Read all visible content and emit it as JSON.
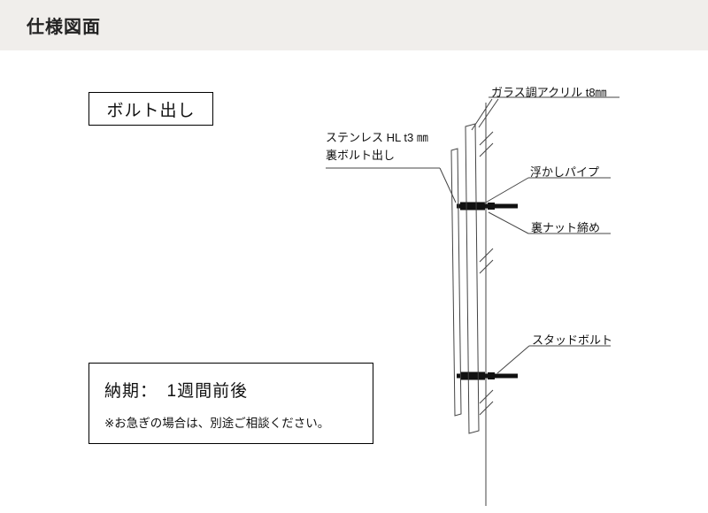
{
  "header": {
    "title": "仕様図面"
  },
  "drawing": {
    "method_label": "ボルト出し",
    "annotations": {
      "acrylic": "ガラス調アクリル t8㎜",
      "stainless_material": "ステンレス HL t3 ㎜",
      "stainless_method": "裏ボルト出し",
      "spacer_pipe": "浮かしパイプ",
      "back_nut": "裏ナット締め",
      "stud_bolt": "スタッドボルト"
    }
  },
  "delivery_box": {
    "lead_time": "納期：　1週間前後",
    "note": "※お急ぎの場合は、別途ご相談ください。"
  },
  "colors": {
    "header_bg": "#f0eeeb",
    "drawing_line": "#444444",
    "bolt_fill": "#111111"
  }
}
